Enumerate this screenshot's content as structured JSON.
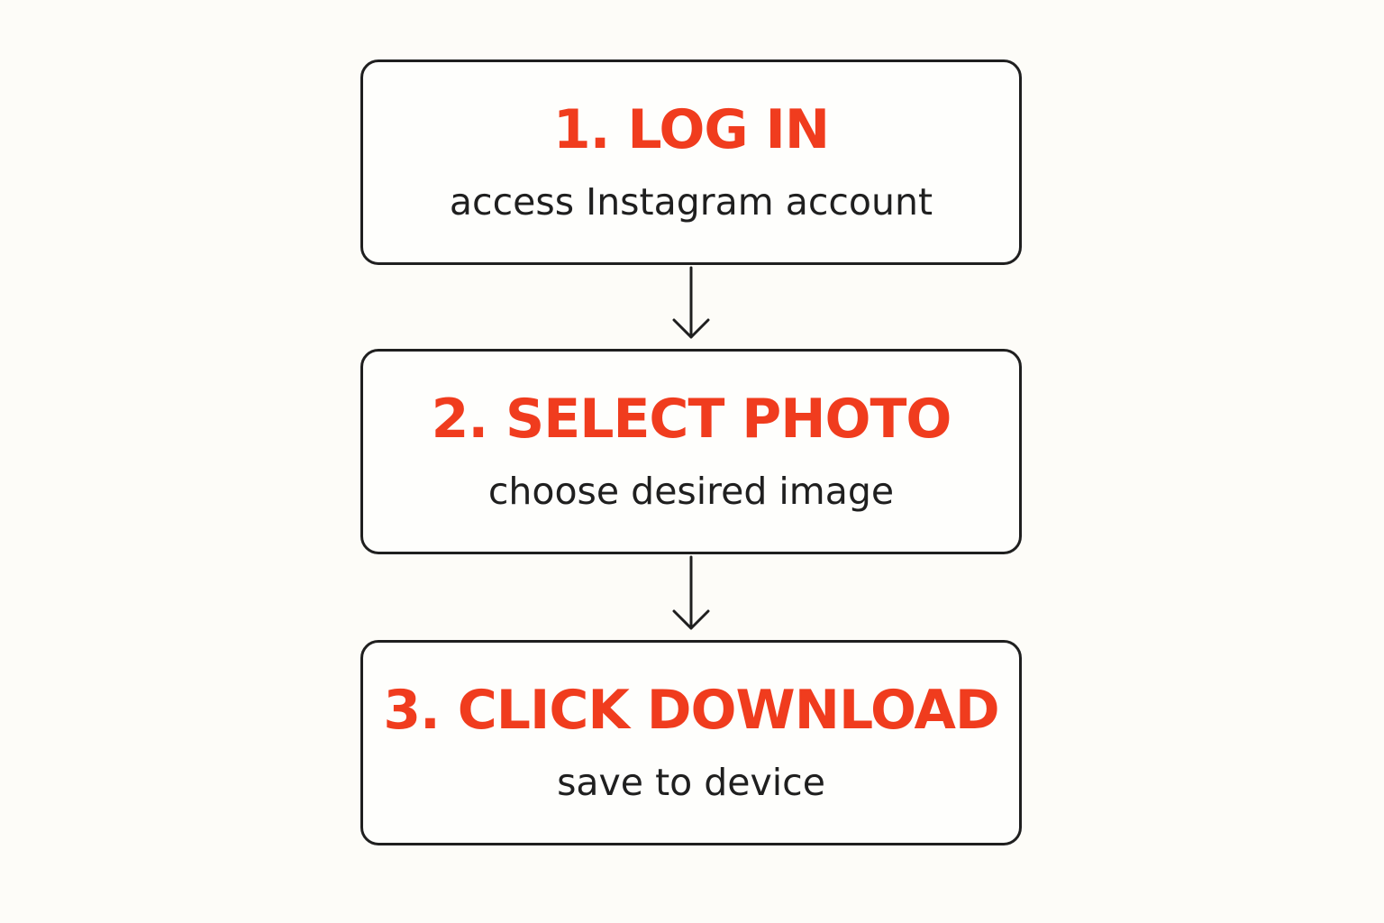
{
  "colors": {
    "background": "#fdfcf8",
    "title": "#f03c1e",
    "text": "#1f1f1f",
    "border": "#1f1f1f"
  },
  "steps": [
    {
      "title": "1. LOG IN",
      "description": "access Instagram account"
    },
    {
      "title": "2. SELECT PHOTO",
      "description": "choose desired image"
    },
    {
      "title": "3. CLICK DOWNLOAD",
      "description": "save to device"
    }
  ]
}
